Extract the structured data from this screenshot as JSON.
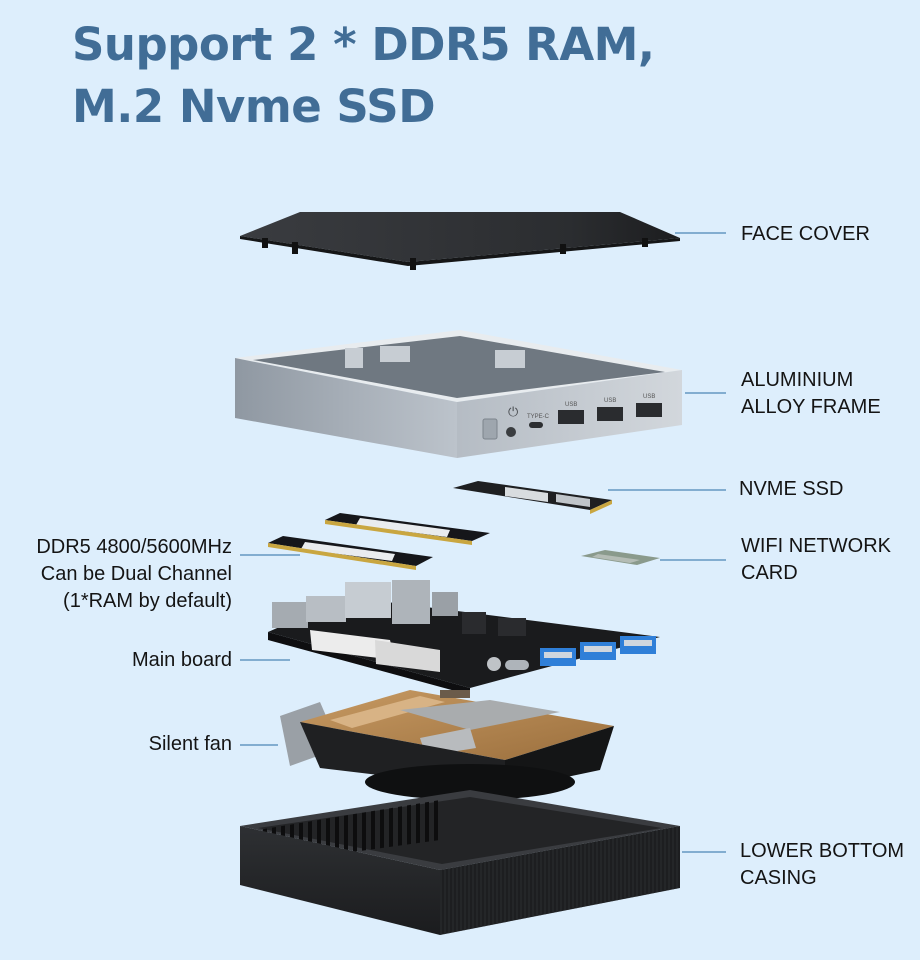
{
  "title": {
    "line1": "Support 2 * DDR5 RAM,",
    "line2": "M.2 Nvme SSD"
  },
  "labels": {
    "face_cover": "FACE COVER",
    "frame_line1": "ALUMINIUM",
    "frame_line2": "ALLOY FRAME",
    "nvme": "NVME SSD",
    "wifi_line1": "WIFI NETWORK",
    "wifi_line2": "CARD",
    "ddr5_line1": "DDR5 4800/5600MHz",
    "ddr5_line2": "Can be Dual Channel",
    "ddr5_line3": "(1*RAM by default)",
    "main_board": "Main board",
    "silent_fan": "Silent fan",
    "bottom_line1": "LOWER BOTTOM",
    "bottom_line2": "CASING"
  },
  "frame_ports": {
    "type_c": "TYPE-C",
    "usb1": "USB",
    "usb2": "USB",
    "usb3": "USB"
  },
  "colors": {
    "background": "#ddeefc",
    "title": "#416d96",
    "leader_line": "#4b86b6",
    "usb_blue": "#2f7fd8"
  }
}
